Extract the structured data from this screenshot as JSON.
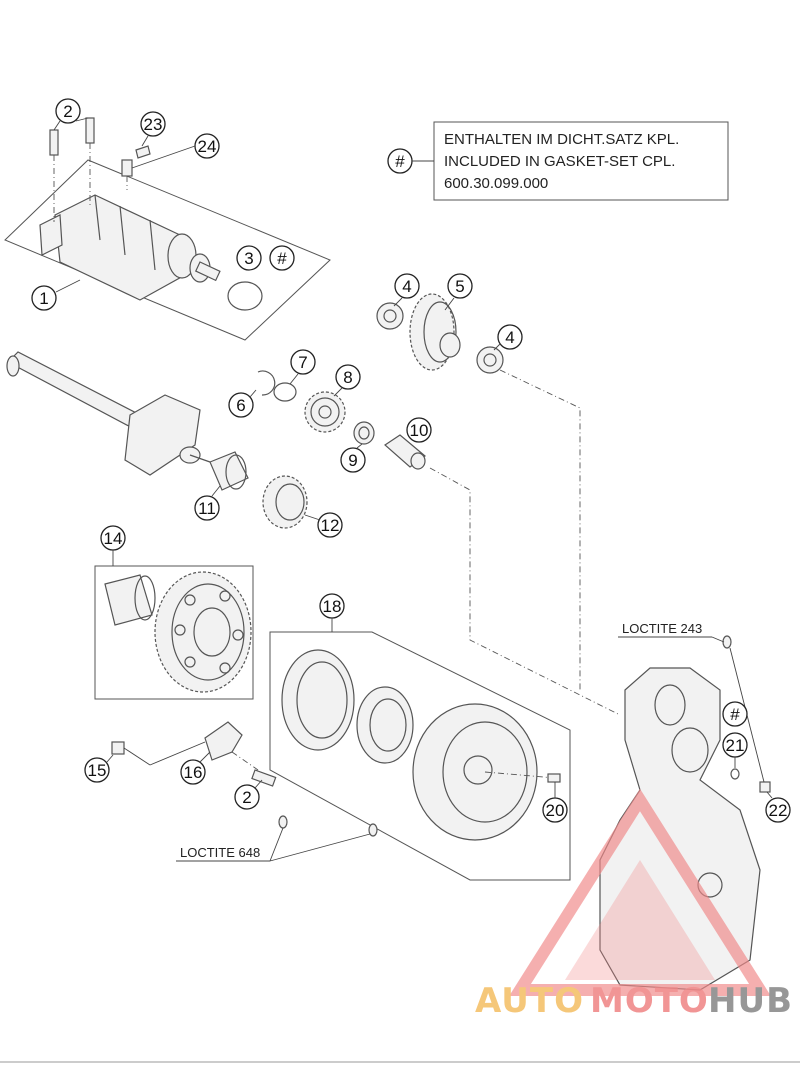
{
  "note": {
    "symbol": "#",
    "lines": [
      "ENTHALTEN IM DICHT.SATZ KPL.",
      "INCLUDED IN GASKET-SET CPL.",
      "600.30.099.000"
    ]
  },
  "callouts": {
    "c1": "1",
    "c2a": "2",
    "c2b": "2",
    "c3": "3",
    "c3hash": "#",
    "c4a": "4",
    "c4b": "4",
    "c5": "5",
    "c6": "6",
    "c7": "7",
    "c8": "8",
    "c9": "9",
    "c10": "10",
    "c11": "11",
    "c12": "12",
    "c14": "14",
    "c15": "15",
    "c16": "16",
    "c18": "18",
    "c20": "20",
    "c21": "21",
    "c21hash": "#",
    "c22": "22",
    "c23": "23",
    "c24": "24"
  },
  "labels": {
    "loctite_243": "LOCTITE 243",
    "loctite_648": "LOCTITE 648"
  },
  "watermark": {
    "part1": "AUTO",
    "part2": "MOTO",
    "part3": "HUB",
    "color_auto": "#f5c16b",
    "color_moto": "#f08a8a",
    "color_hub": "#8c8c8c"
  }
}
